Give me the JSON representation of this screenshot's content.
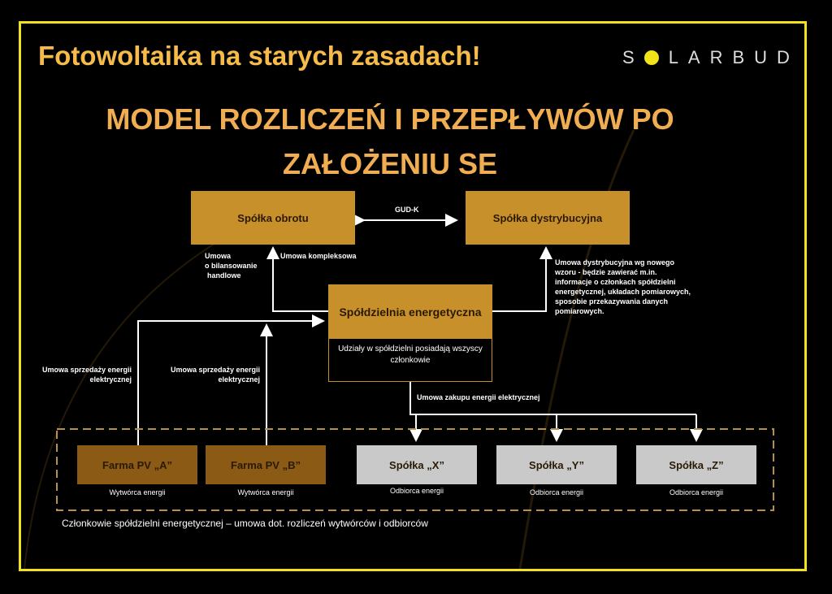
{
  "header": {
    "title": "Fotowoltaika na starych zasadach!",
    "logo": "SOLARBUD"
  },
  "main_title": {
    "line1": "MODEL ROZLICZEŃ I PRZEPŁYWÓW PO",
    "line2": "ZAŁOŻENIU SE"
  },
  "nodes": {
    "obrot": "Spółka obrotu",
    "dystr": "Spółka dystrybucyjna",
    "spoldzielnia": "Spółdzielnia energetyczna",
    "spoldzielnia_note": "Udziały w spółdzielni posiadają wszyscy członkowie",
    "farms": [
      {
        "label": "Farma PV „A”",
        "role": "Wytwórca energii"
      },
      {
        "label": "Farma PV „B”",
        "role": "Wytwórca energii"
      }
    ],
    "consumers": [
      {
        "label": "Spółka „X”",
        "role": "Odbiorca energii"
      },
      {
        "label": "Spółka „Y”",
        "role": "Odbiorca energii"
      },
      {
        "label": "Spółka „Z”",
        "role": "Odbiorca energii"
      }
    ]
  },
  "edges": {
    "gudk": "GUD-K",
    "bilans": [
      "Umowa",
      "o bilansowanie",
      "handlowe"
    ],
    "kompleksowa": "Umowa kompleksowa",
    "dystr_note": [
      "Umowa dystrybucyjna wg nowego",
      "wzoru - będzie zawierać m.in.",
      "informacje o członkach spółdzielni",
      "energetycznej, układach pomiarowych,",
      "sposobie przekazywania danych",
      "pomiarowych."
    ],
    "sprzedaz_a": [
      "Umowa sprzedaży energii",
      "elektrycznej"
    ],
    "sprzedaz_b": [
      "Umowa sprzedaży energii",
      "elektrycznej"
    ],
    "zakup": "Umowa zakupu energii elektrycznej"
  },
  "footer": "Członkowie spółdzielni energetycznej – umowa dot. rozliczeń wytwórców i odbiorców",
  "colors": {
    "frame": "#f2e21a",
    "gold": "#c8902a",
    "brown": "#8b5a14",
    "grey": "#c9c9c9",
    "title": "#f0ad52"
  }
}
